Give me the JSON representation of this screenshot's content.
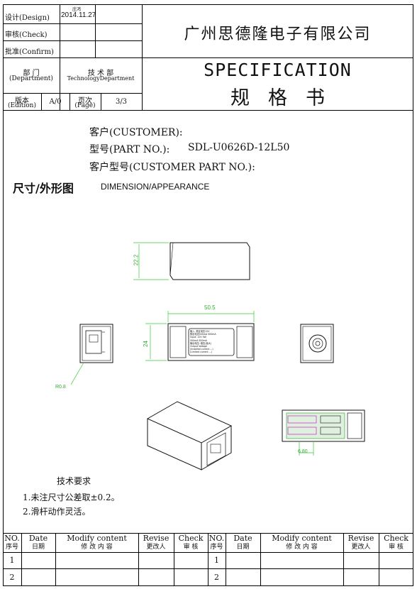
{
  "header": {
    "design_label": "设计(Design)",
    "design_name": "庄鸿",
    "design_date": "2014.11.27",
    "check_label": "审核(Check)",
    "confirm_label": "批准(Confirm)",
    "dept_label": "部 门",
    "dept_label_en": "(Department)",
    "dept_value": "技 术 部",
    "dept_value_en": "TechnologyDepartment",
    "edition_label": "版本",
    "edition_label_en": "(Edition)",
    "edition_value": "A/0",
    "page_label": "页次",
    "page_label_en": "(Page)",
    "page_value": "3/3",
    "company": "广州思德隆电子有限公司",
    "spec_title": "SPECIFICATION",
    "spec_title_cn": "规格书"
  },
  "info": {
    "customer": "客户(CUSTOMER):",
    "model_label": "型号(PART NO.):",
    "model_value": "SDL-U0626D-12L50",
    "customer_part": "客户型号(CUSTOMER PART NO.):"
  },
  "section": {
    "title_cn": "尺寸/外形图",
    "title_en": "DIMENSION/APPEARANCE"
  },
  "drawing": {
    "dim_height": "22.2",
    "dim_length": "50.5",
    "dim_width": "24",
    "dim_note": "R0.8",
    "dim_small": "6.80",
    "label_lines": [
      "输入: 额定电压12V",
      "额定电流500mA  500mA",
      "Input: 12V 5W",
      "500mA  500mA",
      "输出电压: 稳压(最大)",
      "Output Voltage",
      "(Installed current ...)",
      "(Limited current ...)"
    ]
  },
  "requirements": {
    "title": "技术要求",
    "items": [
      "1.未注尺寸公差取±0.2。",
      "2.滑杆动作灵活。"
    ]
  },
  "revision_table": {
    "headers": [
      {
        "en": "NO.",
        "cn": "序号"
      },
      {
        "en": "Date",
        "cn": "日期"
      },
      {
        "en": "Modify content",
        "cn": "修 改 内 容"
      },
      {
        "en": "Revise",
        "cn": "更改人"
      },
      {
        "en": "Check",
        "cn": "审 核"
      },
      {
        "en": "NO.",
        "cn": "序号"
      },
      {
        "en": "Date",
        "cn": "日期"
      },
      {
        "en": "Modify content",
        "cn": "修 改 内 容"
      },
      {
        "en": "Revise",
        "cn": "更改人"
      },
      {
        "en": "Check",
        "cn": "审 核"
      }
    ],
    "rows": [
      [
        "1",
        "1"
      ],
      [
        "2",
        "2"
      ]
    ]
  }
}
